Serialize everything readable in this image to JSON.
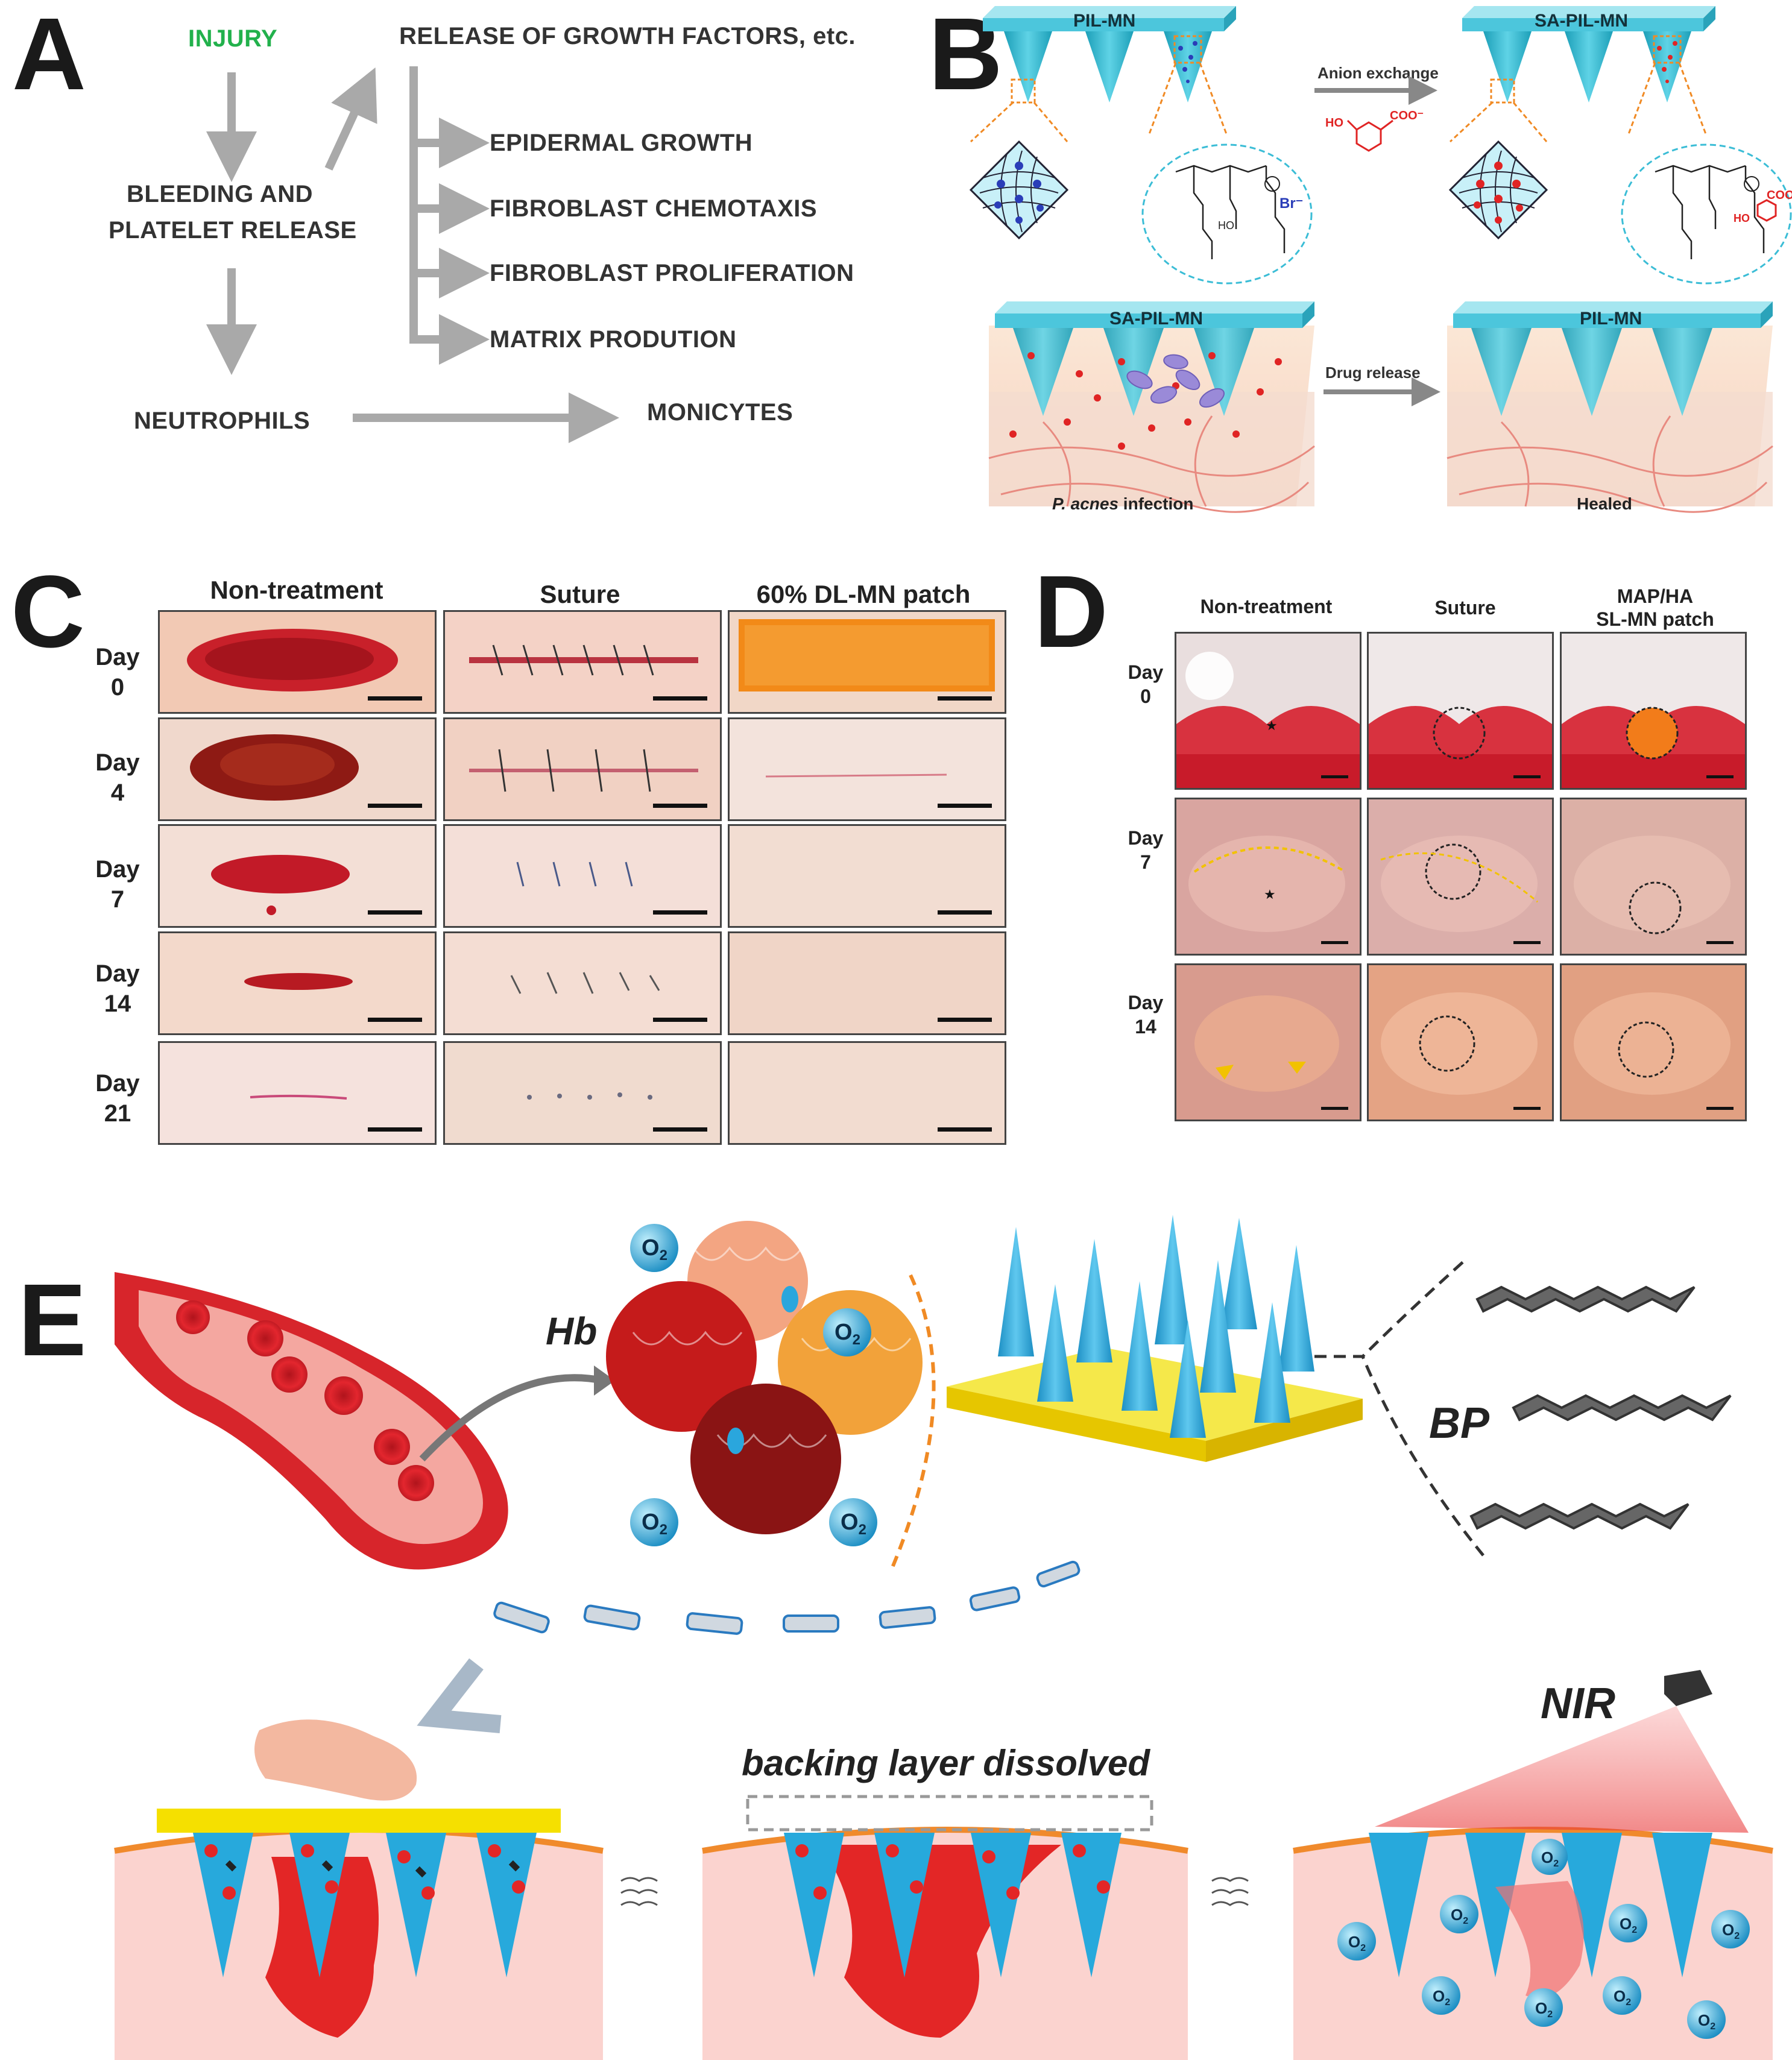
{
  "panels": {
    "a": {
      "letter": "A",
      "injury": "INJURY",
      "bleeding_line1": "BLEEDING AND",
      "bleeding_line2": "PLATELET RELEASE",
      "release": "RELEASE OF GROWTH FACTORS, etc.",
      "branches": [
        "EPIDERMAL GROWTH",
        "FIBROBLAST CHEMOTAXIS",
        "FIBROBLAST PROLIFERATION",
        "MATRIX PRODUTION"
      ],
      "neutrophils": "NEUTROPHILS",
      "monicytes": "MONICYTES",
      "colors": {
        "injury": "#22b14c",
        "arrow": "#a9a9a9"
      }
    },
    "b": {
      "letter": "B",
      "pil_mn": "PIL-MN",
      "sa_pil_mn": "SA-PIL-MN",
      "anion_exchange": "Anion exchange",
      "drug_release": "Drug release",
      "infection_italic": "P. acnes",
      "infection_rest": " infection",
      "healed": "Healed",
      "br_label": "Br⁻",
      "coo_label": "COO⁻",
      "ho_label": "HO",
      "colors": {
        "needle": "#3bbdd6",
        "backing": "#7fd8e8",
        "drug": "#e02424",
        "bromide": "#2a3db8",
        "dashed": "#f08a24"
      }
    },
    "c": {
      "letter": "C",
      "columns": [
        "Non-treatment",
        "Suture",
        "60% DL-MN patch"
      ],
      "days": [
        [
          "Day",
          "0"
        ],
        [
          "Day",
          "4"
        ],
        [
          "Day",
          "7"
        ],
        [
          "Day",
          "14"
        ],
        [
          "Day",
          "21"
        ]
      ]
    },
    "d": {
      "letter": "D",
      "columns": [
        [
          "Non-treatment"
        ],
        [
          "Suture"
        ],
        [
          "MAP/HA",
          "SL-MN patch"
        ]
      ],
      "days": [
        [
          "Day",
          "0"
        ],
        [
          "Day",
          "7"
        ],
        [
          "Day",
          "14"
        ]
      ]
    },
    "e": {
      "letter": "E",
      "hb": "Hb",
      "bp": "BP",
      "o2": "O",
      "o2_sub": "2",
      "backing_dissolved": "backing layer dissolved",
      "nir": "NIR",
      "colors": {
        "blood": "#d71a1a",
        "needle": "#27a9dc",
        "backing": "#f5e000",
        "skin": "#fbd3cf",
        "o2": "#2aa6dd"
      }
    }
  }
}
